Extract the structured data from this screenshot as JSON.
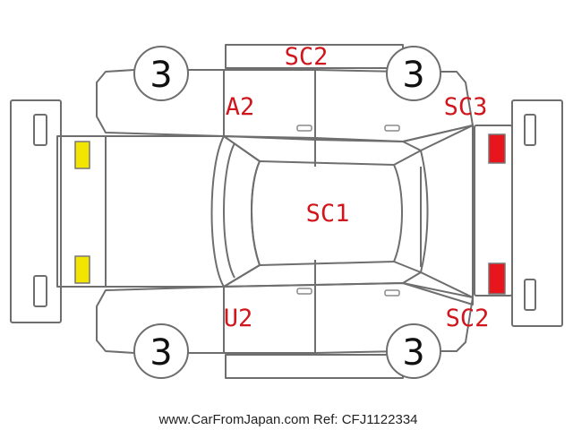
{
  "diagram": {
    "damage_codes": {
      "roof_right_edge": "SC2",
      "right_front_door": "A2",
      "right_rear_quarter": "SC3",
      "roof_center": "SC1",
      "left_front_door": "U2",
      "left_rear_quarter": "SC2"
    },
    "tire_grades": {
      "front_right": "3",
      "rear_right": "3",
      "front_left": "3",
      "rear_left": "3"
    },
    "lamp_colors": {
      "front_lamps": "#f2e600",
      "rear_lamps": "#e8151c"
    }
  },
  "footer": {
    "text": "www.CarFromJapan.com Ref: CFJ1122334"
  }
}
